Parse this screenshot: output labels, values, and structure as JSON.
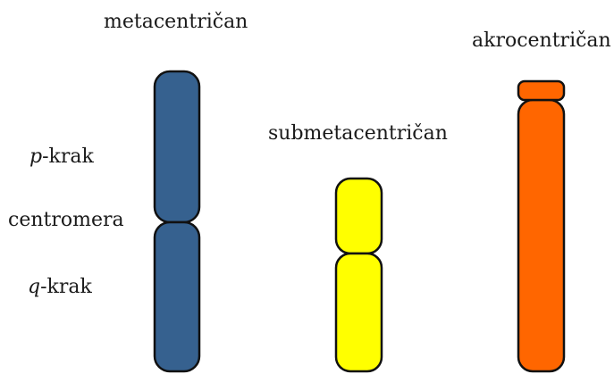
{
  "labels": {
    "metacentric": "metacentričan",
    "submetacentric": "submetacentričan",
    "acrocentric": "akrocentričan",
    "p_arm_italic": "p",
    "p_arm_rest": "-krak",
    "centromere": "centromera",
    "q_arm_italic": "q",
    "q_arm_rest": "-krak"
  },
  "colors": {
    "metacentric_fill": "#36618F",
    "submetacentric_fill": "#FFFF00",
    "acrocentric_fill": "#FF6600",
    "outline": "#111111"
  }
}
